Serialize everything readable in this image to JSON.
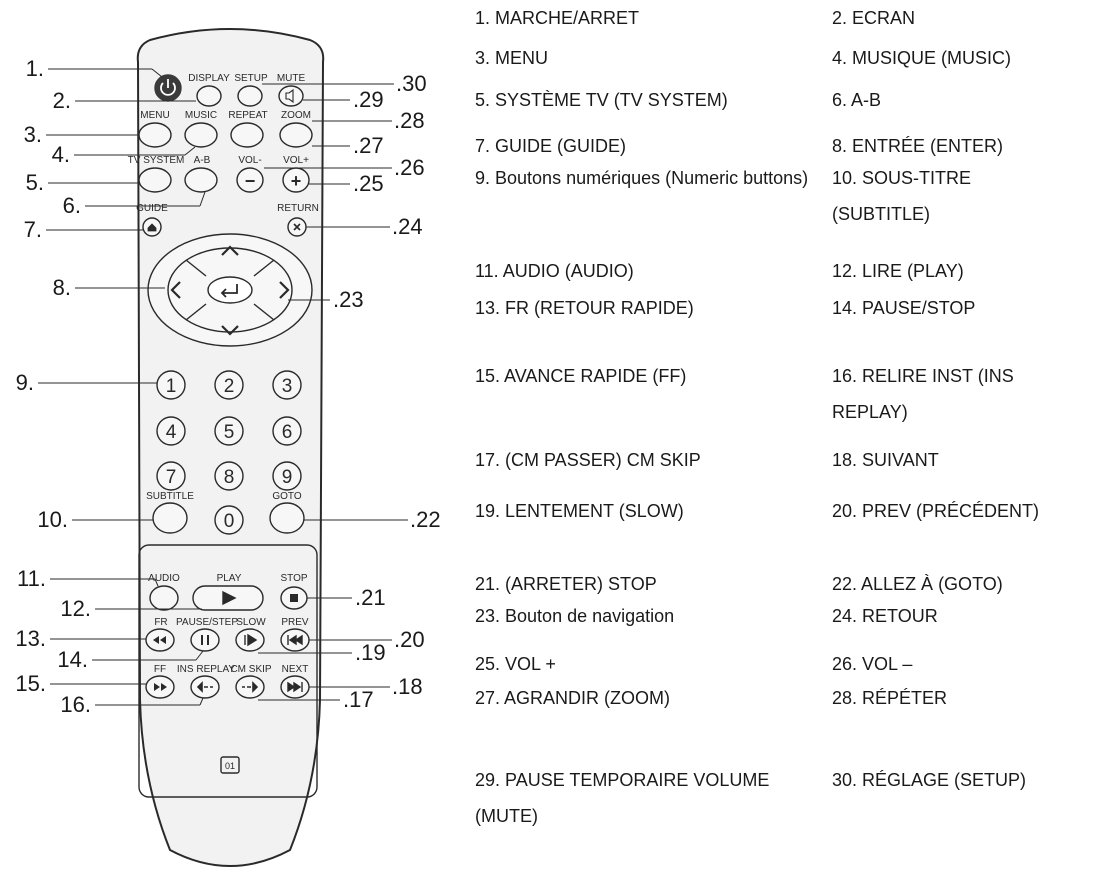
{
  "colors": {
    "ink": "#2a2a2a",
    "remote_body": "#f2f2f2",
    "button_fill": "#f7f7f7",
    "power_fill": "#3a3a3a",
    "text": "#1a1a1a"
  },
  "remote": {
    "labels": {
      "display": "DISPLAY",
      "setup": "SETUP",
      "mute": "MUTE",
      "menu": "MENU",
      "music": "MUSIC",
      "repeat": "REPEAT",
      "zoom": "ZOOM",
      "tv_system": "TV SYSTEM",
      "ab": "A-B",
      "vol_minus": "VOL-",
      "vol_plus": "VOL+",
      "guide": "GUIDE",
      "return": "RETURN",
      "subtitle": "SUBTITLE",
      "goto": "GOTO",
      "audio": "AUDIO",
      "play": "PLAY",
      "stop": "STOP",
      "fr": "FR",
      "pause_step": "PAUSE/STEP",
      "slow": "SLOW",
      "prev": "PREV",
      "ff": "FF",
      "ins_replay": "INS REPLAY",
      "cm_skip": "CM SKIP",
      "next": "NEXT",
      "badge": "01"
    },
    "numbers": [
      "1",
      "2",
      "3",
      "4",
      "5",
      "6",
      "7",
      "8",
      "9",
      "0"
    ],
    "glyphs": {
      "minus": "−",
      "plus": "+"
    }
  },
  "callouts": {
    "left": [
      "1.",
      "2.",
      "3.",
      "4.",
      "5.",
      "6.",
      "7.",
      "8.",
      "9.",
      "10.",
      "11.",
      "12.",
      "13.",
      "14.",
      "15.",
      "16."
    ],
    "right": [
      ".30",
      ".29",
      ".28",
      ".27",
      ".26",
      ".25",
      ".24",
      ".23",
      ".22",
      ".21",
      ".20",
      ".19",
      ".18",
      ".17"
    ]
  },
  "legend": {
    "c1": "1. MARCHE/ARRET",
    "c2": "2. ECRAN",
    "c3": "3. MENU",
    "c4": "4. MUSIQUE (MUSIC)",
    "c5": "5. SYSTÈME TV (TV SYSTEM)",
    "c6": "6. A-B",
    "c7": "7. GUIDE (GUIDE)",
    "c8": "8. ENTRÉE (ENTER)",
    "c9": "9. Boutons numériques (Numeric buttons)",
    "c10": "10. SOUS-TITRE (SUBTITLE)",
    "c11": "11. AUDIO (AUDIO)",
    "c12": "12. LIRE (PLAY)",
    "c13": "13. FR (RETOUR RAPIDE)",
    "c14": "14. PAUSE/STOP",
    "c15": "15. AVANCE RAPIDE (FF)",
    "c16": "16. RELIRE INST (INS REPLAY)",
    "c17": "17. (CM PASSER) CM SKIP",
    "c18": "18. SUIVANT",
    "c19": "19. LENTEMENT (SLOW)",
    "c20": "20. PREV (PRÉCÉDENT)",
    "c21": "21. (ARRETER) STOP",
    "c22": "22. ALLEZ À (GOTO)",
    "c23": "23. Bouton de navigation",
    "c24": "24. RETOUR",
    "c25": "25. VOL +",
    "c26": "26. VOL –",
    "c27": "27. AGRANDIR (ZOOM)",
    "c28": "28. RÉPÉTER",
    "c29": "29. PAUSE TEMPORAIRE VOLUME (MUTE)",
    "c30": "30. RÉGLAGE (SETUP)"
  }
}
